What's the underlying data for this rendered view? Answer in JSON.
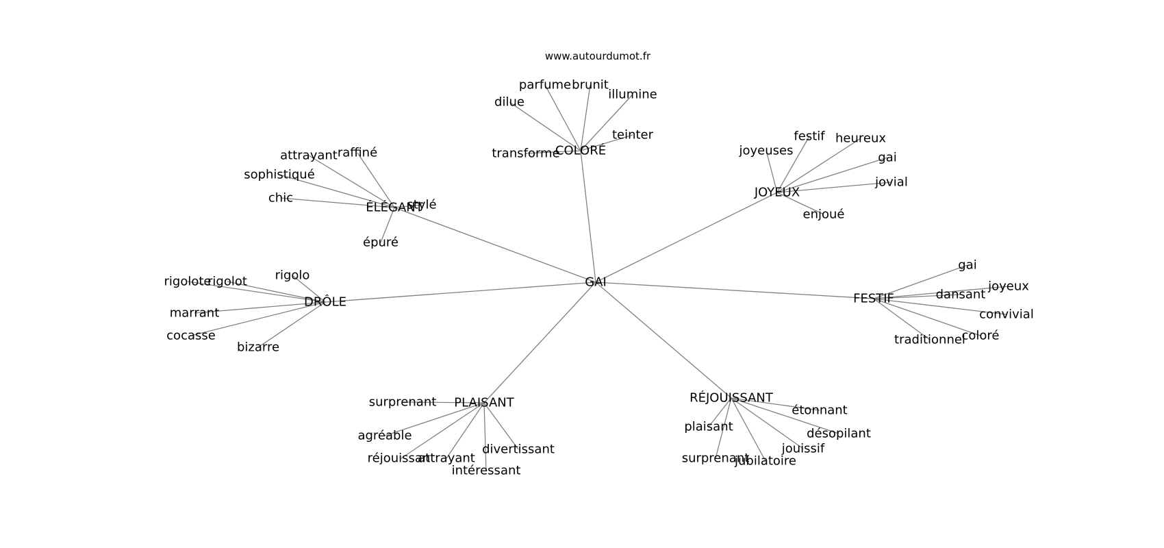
{
  "source_label": "www.autourdumot.fr",
  "graph": {
    "root": "GAI",
    "clusters": [
      {
        "hub": "COLORÉ",
        "leaves": [
          "transforme",
          "dilue",
          "parfume",
          "brunit",
          "illumine",
          "teinter"
        ]
      },
      {
        "hub": "ÉLÉGANT",
        "leaves": [
          "attrayant",
          "raffiné",
          "sophistiqué",
          "chic",
          "stylé",
          "épuré"
        ]
      },
      {
        "hub": "JOYEUX",
        "leaves": [
          "joyeuses",
          "festif",
          "heureux",
          "gai",
          "jovial",
          "enjoué"
        ]
      },
      {
        "hub": "DRÔLE",
        "leaves": [
          "rigolote",
          "rigolot",
          "rigolo",
          "marrant",
          "cocasse",
          "bizarre"
        ]
      },
      {
        "hub": "FESTIF",
        "leaves": [
          "gai",
          "joyeux",
          "dansant",
          "convivial",
          "coloré",
          "traditionnel"
        ]
      },
      {
        "hub": "PLAISANT",
        "leaves": [
          "surprenant",
          "agréable",
          "réjouissant",
          "attrayant",
          "intéressant",
          "divertissant"
        ]
      },
      {
        "hub": "RÉJOUISSANT",
        "leaves": [
          "plaisant",
          "surprenant",
          "jubilatoire",
          "jouissif",
          "désopilant",
          "étonnant"
        ]
      }
    ]
  }
}
